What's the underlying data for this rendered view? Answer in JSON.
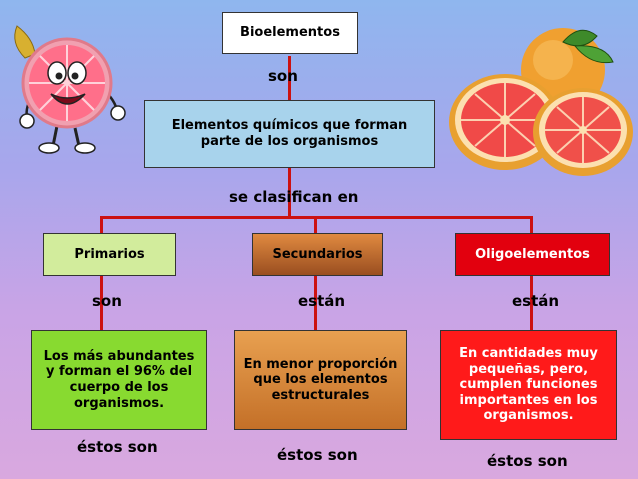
{
  "nodes": {
    "root": "Bioelementos",
    "definition": "Elementos químicos que forman parte de los organismos",
    "primarios": "Primarios",
    "secundarios": "Secundarios",
    "oligoelementos": "Oligoelementos",
    "primarios_desc": "Los más abundantes y forman el 96% del cuerpo de los organismos.",
    "secundarios_desc": "En menor proporción que los elementos estructurales",
    "oligo_desc": "En cantidades muy pequeñas, pero, cumplen  funciones importantes en los organismos."
  },
  "connectors": {
    "son_top": "son",
    "clasifican": "se clasifican en",
    "son_left": "son",
    "estan_mid": "están",
    "estan_right": "están",
    "estos_left": "éstos son",
    "estos_mid": "éstos son",
    "estos_right": "éstos son"
  },
  "colors": {
    "root_fill": "#ffffff",
    "definition_fill": "#a8d3ec",
    "primarios_fill": "#d2ec9c",
    "secundarios_fill": "#b8642a",
    "oligo_fill": "#e2000e",
    "primarios_desc_fill": "#88da30",
    "secundarios_desc_fill": "#d48838",
    "oligo_desc_fill": "#ff1a1a",
    "connector": "#cc1111"
  },
  "icons": [
    "grapefruit-character-icon",
    "grapefruit-halves-icon"
  ]
}
